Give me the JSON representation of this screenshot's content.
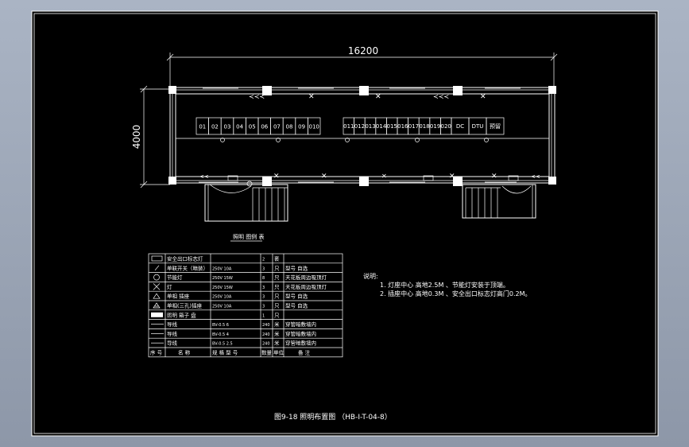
{
  "drawing": {
    "overall_dimension": "16200",
    "height_dimension": "4000",
    "legend_title": "照明 图例 表",
    "title": "图9-18  照明布置图 （HB-I-T-04-8）",
    "cabinets_left": [
      "01",
      "02",
      "03",
      "04",
      "05",
      "06",
      "07",
      "08",
      "09",
      "010"
    ],
    "cabinets_right": [
      "011",
      "012",
      "013",
      "014",
      "015",
      "016",
      "017",
      "018",
      "019",
      "020",
      "DC",
      "DTU",
      "预留"
    ]
  },
  "legend": {
    "headers": [
      "序 号",
      "名    称",
      "规 格 型 号",
      "数量",
      "单位",
      "备    注"
    ],
    "rows": [
      {
        "name": "安全出口标志灯",
        "model": "",
        "qty": "2",
        "unit": "套",
        "note": ""
      },
      {
        "name": "单联开关（暗装）",
        "model": "250V 10A",
        "qty": "3",
        "unit": "只",
        "note": "型号 自选"
      },
      {
        "name": "节能灯",
        "model": "250V 15W",
        "qty": "8",
        "unit": "只",
        "note": "天花板周边吸顶灯"
      },
      {
        "name": "灯",
        "model": "250V 15W",
        "qty": "3",
        "unit": "只",
        "note": "天花板周边吸顶灯"
      },
      {
        "name": "单相 插座",
        "model": "250V 10A",
        "qty": "3",
        "unit": "只",
        "note": "型号 自选"
      },
      {
        "name": "单相(三孔)插座",
        "model": "250V 10A",
        "qty": "3",
        "unit": "只",
        "note": "型号 自选"
      },
      {
        "name": "照明 箱子 盘",
        "model": "",
        "qty": "1",
        "unit": "只",
        "note": ""
      },
      {
        "name": "导线",
        "model": "BV-0.5     6",
        "qty": "240",
        "unit": "米",
        "note": "穿管暗敷墙内"
      },
      {
        "name": "导线",
        "model": "BV-0.5     4",
        "qty": "240",
        "unit": "米",
        "note": "穿管暗敷墙内"
      },
      {
        "name": "导线",
        "model": "BV-0.5     2.5",
        "qty": "240",
        "unit": "米",
        "note": "穿管暗敷墙内"
      }
    ]
  },
  "notes": {
    "heading": "说明:",
    "items": [
      "1. 灯座中心 高地2.5M 、节能灯安装于顶端。",
      "2. 插座中心 高地0.3M 、安全出口标志灯高门0.2M。"
    ]
  }
}
